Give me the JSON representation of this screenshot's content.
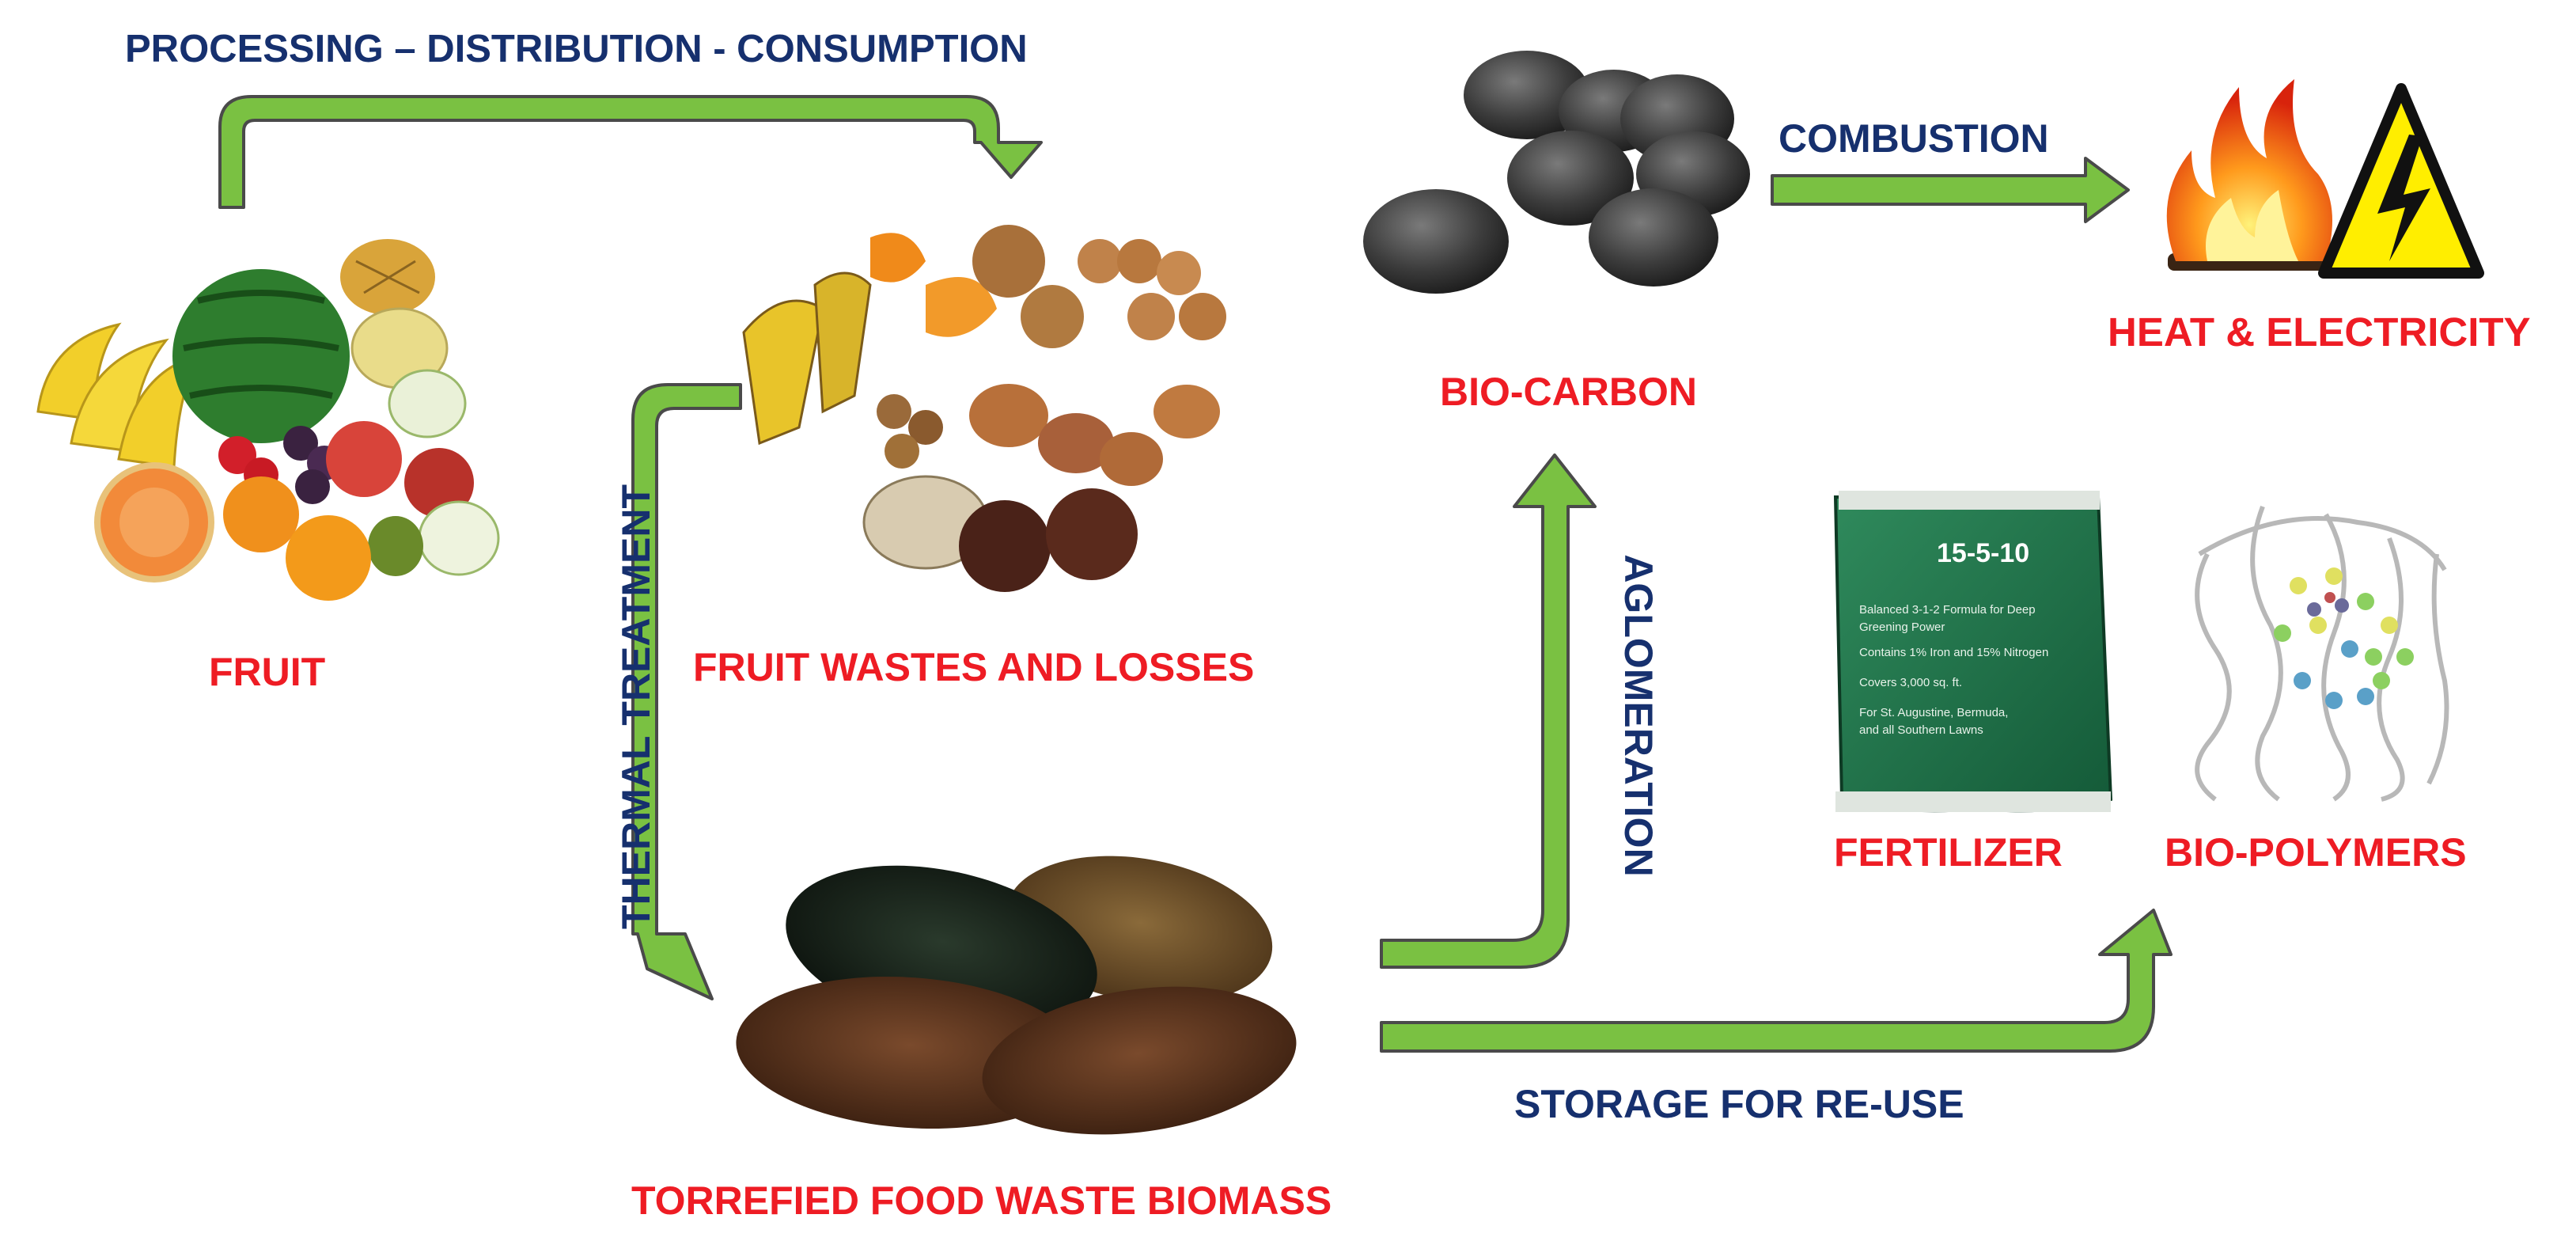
{
  "nodes": {
    "fruit": "FRUIT",
    "fruit_wastes": "FRUIT WASTES AND LOSSES",
    "torrefied": "TORREFIED FOOD WASTE BIOMASS",
    "bio_carbon": "BIO-CARBON",
    "heat_electricity": "HEAT & ELECTRICITY",
    "fertilizer": "FERTILIZER",
    "bio_polymers": "BIO-POLYMERS"
  },
  "processes": {
    "processing": "PROCESSING – DISTRIBUTION - CONSUMPTION",
    "thermal": "THERMAL TREATMENT",
    "aglomeration": "AGLOMERATION",
    "combustion": "COMBUSTION",
    "storage": "STORAGE FOR RE-USE"
  },
  "fertilizer_bag": {
    "grade": "15-5-10",
    "lines": [
      "Balanced 3-1-2 Formula for Deep",
      "Greening Power",
      "Contains 1% Iron and 15% Nitrogen",
      "Covers 3,000 sq. ft.",
      "For St. Augustine, Bermuda,",
      "and all Southern Lawns"
    ]
  },
  "colors": {
    "label_red": "#ee1c24",
    "label_navy": "#16306e",
    "arrow_green": "#7ac142",
    "arrow_outline": "#4a4a4a",
    "warning_yellow": "#ffee00"
  }
}
